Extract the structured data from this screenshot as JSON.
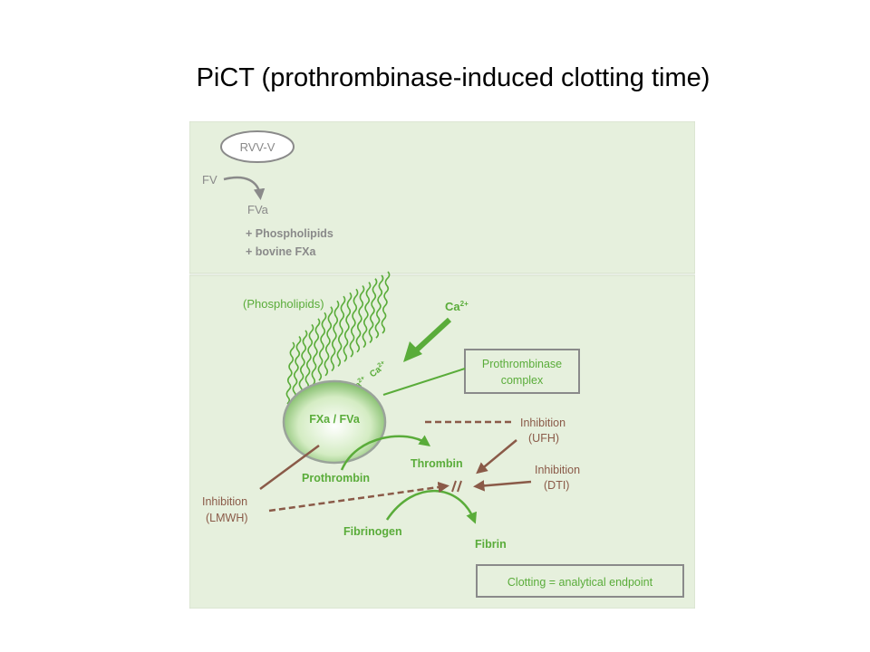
{
  "title": "PiCT (prothrombinase-induced clotting time)",
  "colors": {
    "panel_bg": "#e6f0dd",
    "green": "#5aac3a",
    "label_gray": "#8a8a8a",
    "brown": "#8a5a48",
    "complex_dark": "#55a33a"
  },
  "reagents": {
    "rvv_v": "RVV-V",
    "fv": "FV",
    "fva": "FVa",
    "phospholipids": "+ Phospholipids",
    "bovine_fxa": "+ bovine FXa"
  },
  "reaction": {
    "phospholipids_label": "(Phospholipids)",
    "calcium": "Ca",
    "calcium_sup": "2+",
    "ca_ion": "Ca",
    "ca_ion_sup": "2+",
    "complex_label": "FXa / FVa",
    "prothrombinase_box_line1": "Prothrombinase",
    "prothrombinase_box_line2": "complex",
    "prothrombin": "Prothrombin",
    "thrombin": "Thrombin",
    "fibrinogen": "Fibrinogen",
    "fibrin": "Fibrin",
    "inhibition": "Inhibition",
    "ufh": "(UFH)",
    "dti": "(DTI)",
    "lmwh": "(LMWH)",
    "endpoint": "Clotting = analytical endpoint"
  }
}
